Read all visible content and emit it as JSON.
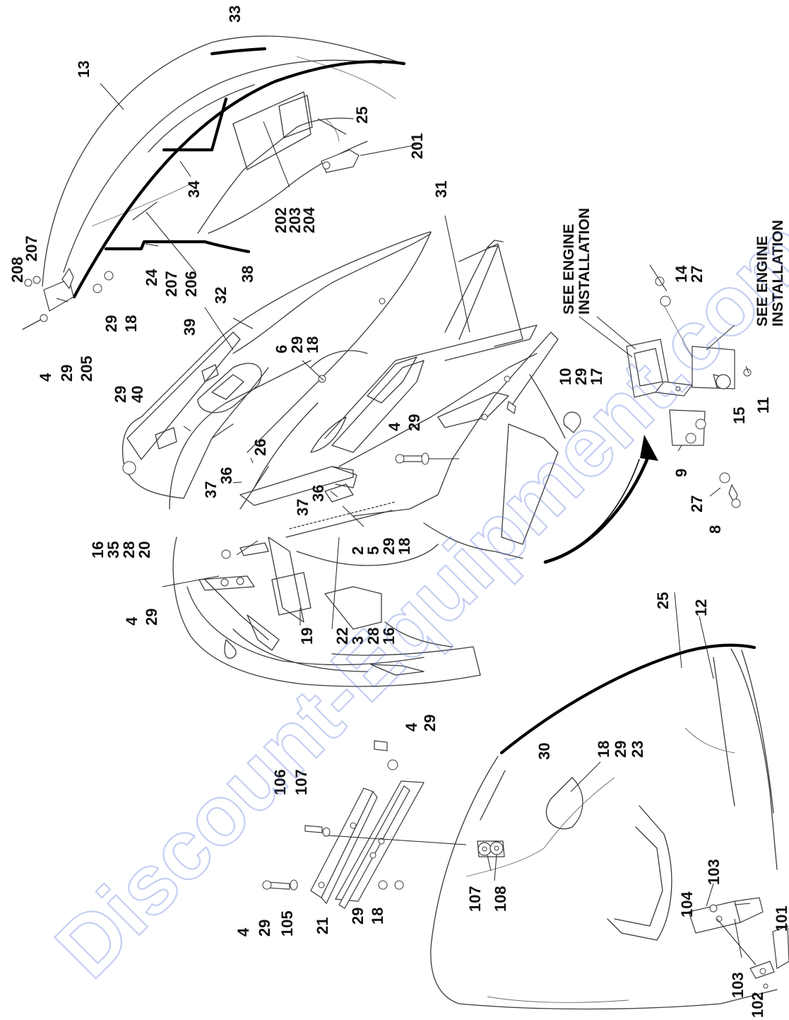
{
  "watermark": "Discount-Equipment.com",
  "notes": {
    "engine_a": [
      "SEE ENGINE",
      "INSTALLATION"
    ],
    "engine_b": [
      "SEE ENGINE",
      "INSTALLATION"
    ]
  },
  "callouts": {
    "c_33": "33",
    "c_13": "13",
    "c_25a": "25",
    "c_201": "201",
    "c_202": [
      "202",
      "203",
      "204"
    ],
    "c_34": "34",
    "c_31": "31",
    "c_208": [
      "208",
      "207"
    ],
    "c_4_29_205": [
      "4",
      "29",
      "205"
    ],
    "c_29_18": [
      "29",
      "18"
    ],
    "c_24": "24",
    "c_207_206": [
      "207",
      "206"
    ],
    "c_39": "39",
    "c_32": "32",
    "c_38": "38",
    "c_6": [
      "6",
      "29",
      "18"
    ],
    "c_29_40": [
      "29",
      "40"
    ],
    "c_26": "26",
    "c_37_36a": [
      "37",
      "36"
    ],
    "c_37_36b": [
      "37",
      "36"
    ],
    "c_4_29mid": [
      "4",
      "29"
    ],
    "c_10": [
      "10",
      "29",
      "17"
    ],
    "c_14": [
      "14",
      "27"
    ],
    "c_15": "15",
    "c_11": "11",
    "c_9": "9",
    "c_27_8": [
      "27",
      "8"
    ],
    "c_16": [
      "16",
      "35",
      "28",
      "20"
    ],
    "c_2": [
      "2",
      "5",
      "29",
      "18"
    ],
    "c_4_29left": [
      "4",
      "29"
    ],
    "c_19": "19",
    "c_22": [
      "22",
      "3",
      "28",
      "16"
    ],
    "c_25b": "25",
    "c_12": "12",
    "c_4_29right": [
      "4",
      "29"
    ],
    "c_30": "30",
    "c_18_29_23": [
      "18",
      "29",
      "23"
    ],
    "c_106": [
      "106",
      "107"
    ],
    "c_107_108": [
      "107",
      "108"
    ],
    "c_4_29_105": [
      "4",
      "29",
      "105"
    ],
    "c_21": "21",
    "c_29_18b": [
      "29",
      "18"
    ],
    "c_104_103": [
      "104",
      "103"
    ],
    "c_101": "101",
    "c_103_102": [
      "103",
      "102"
    ]
  }
}
